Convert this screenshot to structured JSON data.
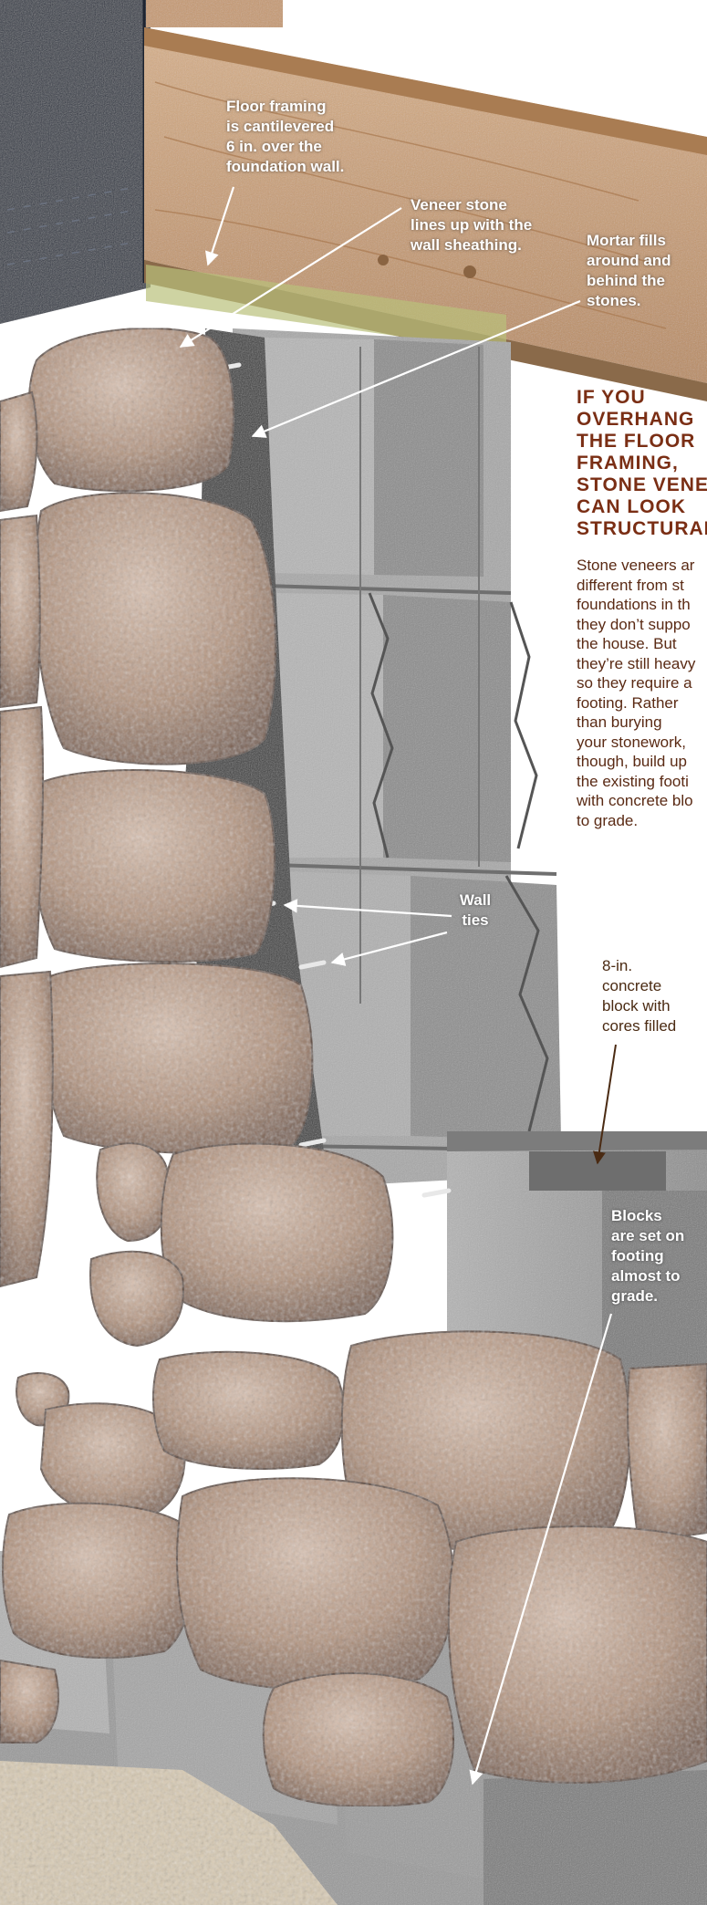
{
  "sidebar": {
    "headline_lines": [
      "IF YOU",
      "OVERHANG",
      "THE FLOOR",
      "FRAMING,",
      "STONE VENE",
      "CAN LOOK",
      "STRUCTURAL"
    ],
    "body_lines": [
      "Stone veneers ar",
      "different from st",
      "foundations in th",
      "they don’t suppo",
      "the house. But",
      "they’re still heavy",
      "so they require a",
      "footing. Rather",
      "than burying",
      "your stonework,",
      "though, build up",
      "the existing footi",
      "with concrete blo",
      "to grade."
    ]
  },
  "labels": {
    "floor_framing": [
      "Floor framing",
      "is cantilevered",
      "6 in. over the",
      "foundation wall."
    ],
    "veneer_stone": [
      "Veneer stone",
      "lines up with the",
      "wall sheathing."
    ],
    "mortar": [
      "Mortar fills",
      "around and",
      "behind the",
      "stones."
    ],
    "wall_ties": [
      "Wall",
      "ties"
    ],
    "concrete_block": [
      "8-in.",
      "concrete",
      "block with",
      "cores filled"
    ],
    "blocks_set": [
      "Blocks",
      "are set on",
      "footing",
      "almost to",
      "grade."
    ]
  },
  "colors": {
    "headline": "#7a2e14",
    "body_text": "#5a2a14",
    "lumber": "#c99a6e",
    "stone": "#b89a88",
    "block": "#9a9a9a",
    "sheathing": "#2e3440"
  }
}
